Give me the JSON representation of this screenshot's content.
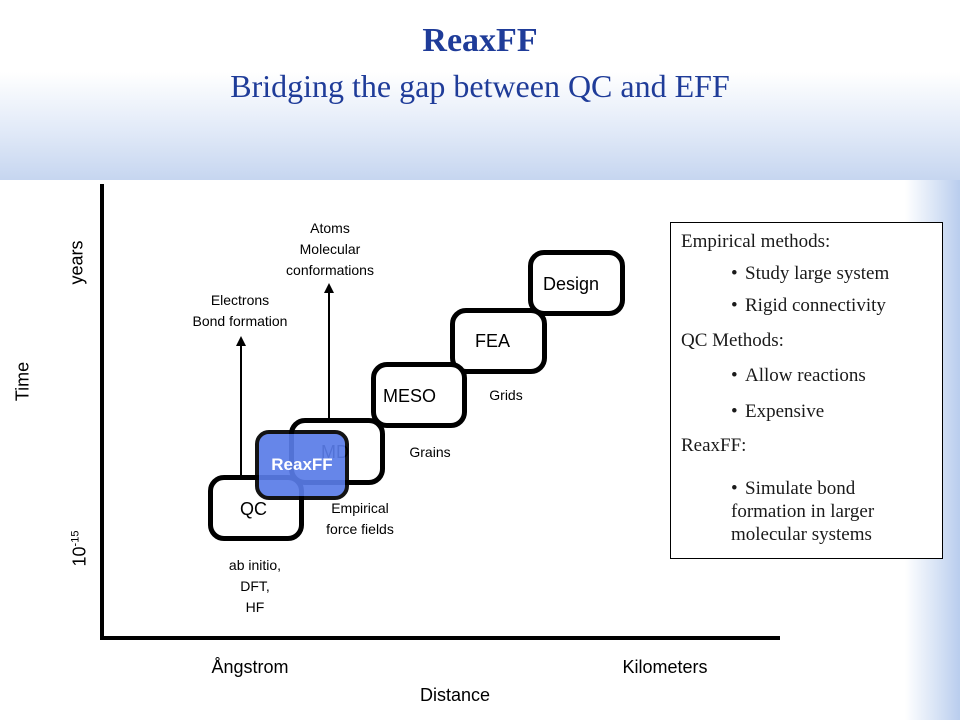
{
  "title": "ReaxFF",
  "subtitle": "Bridging the gap between QC and EFF",
  "axes": {
    "y_label": "Time",
    "y_top": "years",
    "y_bottom_base": "10",
    "y_bottom_exp": "-15",
    "x_label": "Distance",
    "x_left": "Ångstrom",
    "x_right": "Kilometers"
  },
  "boxes": {
    "qc": "QC",
    "md": "MD",
    "reaxff": "ReaxFF",
    "meso": "MESO",
    "fea": "FEA",
    "design": "Design"
  },
  "annotations": {
    "qc_1": "ab initio,",
    "qc_2": "DFT,",
    "qc_3": "HF",
    "md_1": "Empirical",
    "md_2": "force fields",
    "meso": "Grains",
    "fea": "Grids",
    "electrons_1": "Electrons",
    "electrons_2": "Bond formation",
    "atoms_1": "Atoms",
    "atoms_2": "Molecular",
    "atoms_3": "conformations"
  },
  "panel": {
    "h1": "Empirical methods:",
    "b1": "Study large system",
    "b2": "Rigid connectivity",
    "h2": "QC Methods:",
    "b3": "Allow reactions",
    "b4": "Expensive",
    "h3": "ReaxFF:",
    "b5_1": "Simulate bond",
    "b5_2": "formation in larger",
    "b5_3": "molecular systems",
    "bullet": "•"
  }
}
